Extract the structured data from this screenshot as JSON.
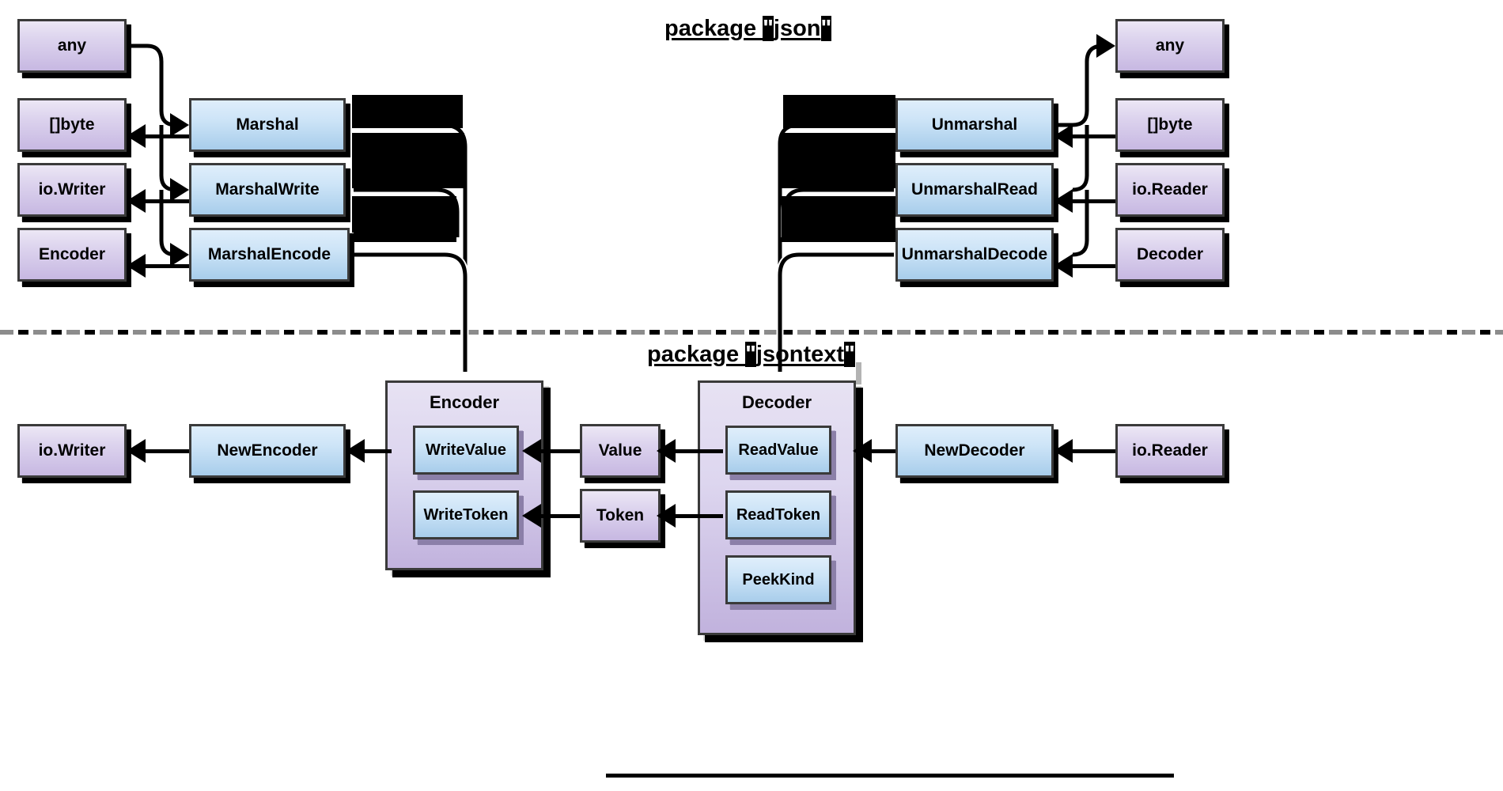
{
  "diagram": {
    "title_top": {
      "prefix": "package ",
      "quoted": "\"json\""
    },
    "title_bottom": {
      "prefix": "package ",
      "quoted": "\"jsontext\""
    }
  },
  "json_package": {
    "inputs": [
      {
        "label": "any",
        "kind": "type"
      },
      {
        "label": "[]byte",
        "kind": "type"
      },
      {
        "label": "io.Writer",
        "kind": "type"
      },
      {
        "label": "Encoder",
        "kind": "type"
      }
    ],
    "marshal_funcs": [
      {
        "label": "Marshal",
        "kind": "func"
      },
      {
        "label": "MarshalWrite",
        "kind": "func"
      },
      {
        "label": "MarshalEncode",
        "kind": "func"
      }
    ],
    "unmarshal_funcs": [
      {
        "label": "Unmarshal",
        "kind": "func"
      },
      {
        "label": "UnmarshalRead",
        "kind": "func"
      },
      {
        "label": "UnmarshalDecode",
        "kind": "func"
      }
    ],
    "outputs": [
      {
        "label": "any",
        "kind": "type"
      },
      {
        "label": "[]byte",
        "kind": "type"
      },
      {
        "label": "io.Reader",
        "kind": "type"
      },
      {
        "label": "Decoder",
        "kind": "type"
      }
    ]
  },
  "jsontext_package": {
    "left_type": {
      "label": "io.Writer",
      "kind": "type"
    },
    "left_ctor": {
      "label": "NewEncoder",
      "kind": "func"
    },
    "encoder_group": {
      "title": "Encoder",
      "methods": [
        {
          "label": "WriteValue",
          "kind": "func"
        },
        {
          "label": "WriteToken",
          "kind": "func"
        }
      ]
    },
    "middle_types": [
      {
        "label": "Value",
        "kind": "type"
      },
      {
        "label": "Token",
        "kind": "type"
      }
    ],
    "decoder_group": {
      "title": "Decoder",
      "methods": [
        {
          "label": "ReadValue",
          "kind": "func"
        },
        {
          "label": "ReadToken",
          "kind": "func"
        },
        {
          "label": "PeekKind",
          "kind": "func"
        }
      ]
    },
    "right_ctor": {
      "label": "NewDecoder",
      "kind": "func"
    },
    "right_type": {
      "label": "io.Reader",
      "kind": "type"
    }
  },
  "colors": {
    "type_box_top": "#ece7f5",
    "type_box_bottom": "#c7b8e2",
    "func_box_top": "#dfeefb",
    "func_box_bottom": "#a8cdeb",
    "group_fill_top": "#e7e2f3",
    "group_fill_bottom": "#c1b2dd",
    "border": "#3a3a3a",
    "line": "#000000",
    "divider_gray": "#8c8c8c"
  }
}
